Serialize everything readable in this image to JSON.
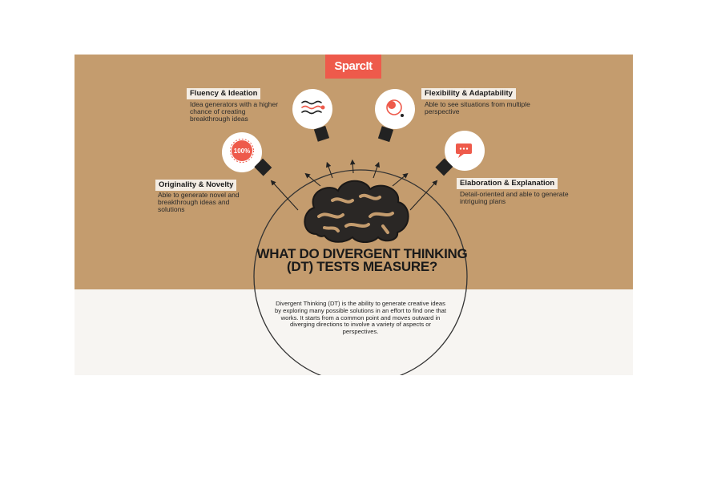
{
  "brand": {
    "logo_text": "SparcIt",
    "accent": "#ee5a4b",
    "background_top": "#c49c6e",
    "background_bottom": "#f7f5f2"
  },
  "center": {
    "title": "WHAT DO DIVERGENT THINKING (DT) TESTS MEASURE?",
    "description": "Divergent Thinking (DT) is the ability to generate creative ideas by exploring many possible solutions in an effort to find one that works. It starts from a common point and moves outward in diverging directions to involve a variety of aspects or perspectives.",
    "icon": "brain-icon"
  },
  "measures": [
    {
      "title": "Originality & Novelty",
      "description": "Able to generate novel and breakthrough ideas and solutions",
      "bulb_icon": "percent-badge-icon",
      "bulb_label": "100%"
    },
    {
      "title": "Fluency & Ideation",
      "description": "Idea generators with a higher chance of creating breakthrough ideas",
      "bulb_icon": "wave-lines-icon"
    },
    {
      "title": "Flexibility & Adaptability",
      "description": "Able to see situations from multiple perspective",
      "bulb_icon": "orbit-icon"
    },
    {
      "title": "Elaboration & Explanation",
      "description": "Detail-oriented and able to generate intriguing plans",
      "bulb_icon": "speech-bubble-icon"
    }
  ]
}
